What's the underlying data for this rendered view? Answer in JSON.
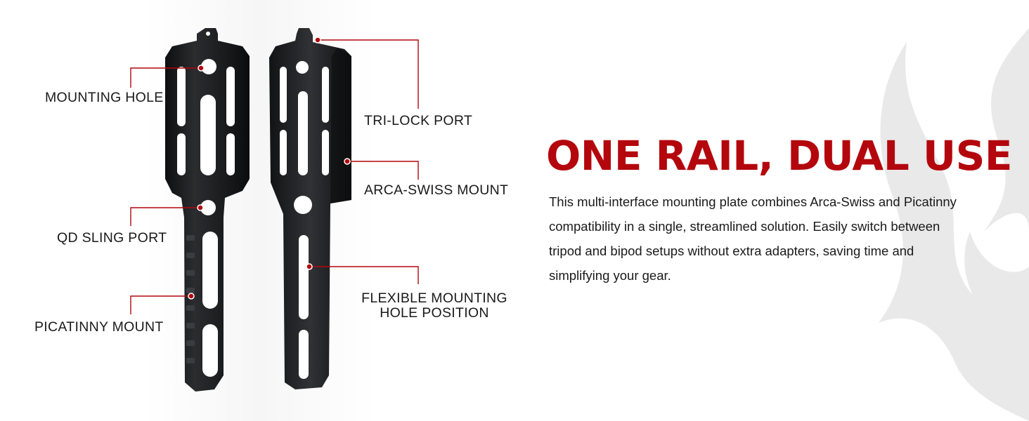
{
  "callouts": {
    "mounting_hole": "MOUNTING HOLE",
    "qd_sling_port": "QD SLING PORT",
    "picatinny_mount": "PICATINNY MOUNT",
    "tri_lock_port": "TRI-LOCK PORT",
    "arca_swiss_mount": "ARCA-SWISS MOUNT",
    "flexible_line1": "FLEXIBLE MOUNTING",
    "flexible_line2": "HOLE POSITION"
  },
  "headline": "ONE RAIL, DUAL USE",
  "description": "This multi-interface mounting plate combines Arca-Swiss and Picatinny compatibility in a single, streamlined solution. Easily switch between tripod and bipod setups without extra adapters, saving time and simplifying your gear.",
  "colors": {
    "accent": "#b3070d",
    "callout_line": "#b3070d",
    "plate": "#1c1d1f",
    "watermark": "#e9e9e9"
  }
}
